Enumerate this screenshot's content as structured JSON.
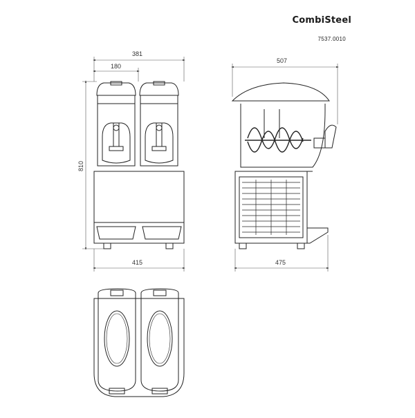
{
  "header": {
    "brand": "CombiSteel",
    "model_code": "7537.0010"
  },
  "dimensions": {
    "front_total_width": "381",
    "front_bowl_width": "180",
    "front_height": "810",
    "front_base_width": "415",
    "side_top_width": "507",
    "side_base_width": "475"
  }
}
